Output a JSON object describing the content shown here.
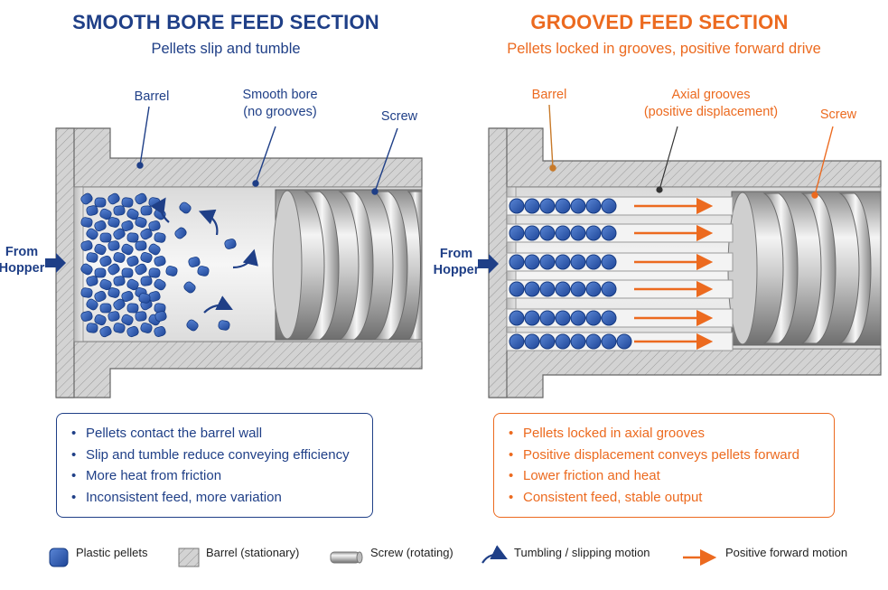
{
  "left": {
    "title": "SMOOTH BORE FEED SECTION",
    "subtitle": "Pellets slip and tumble",
    "labels": {
      "barrel": "Barrel",
      "bore_line1": "Smooth bore",
      "bore_line2": "(no grooves)",
      "screw": "Screw",
      "hopper_line1": "From",
      "hopper_line2": "Hopper"
    },
    "bullets": [
      "Pellets contact the barrel wall",
      "Slip and tumble reduce conveying efficiency",
      "More heat from friction",
      "Inconsistent feed, more variation"
    ]
  },
  "right": {
    "title": "GROOVED FEED SECTION",
    "subtitle": "Pellets locked in grooves, positive forward drive",
    "labels": {
      "barrel": "Barrel",
      "grooves_line1": "Axial grooves",
      "grooves_line2": "(positive displacement)",
      "screw": "Screw",
      "hopper_line1": "From",
      "hopper_line2": "Hopper"
    },
    "bullets": [
      "Pellets locked in axial grooves",
      "Positive displacement conveys pellets forward",
      "Lower friction and heat",
      "Consistent feed, stable output"
    ]
  },
  "legend": {
    "pellets": "Plastic pellets",
    "barrel": "Barrel (stationary)",
    "screw": "Screw (rotating)",
    "tumbling": "Tumbling / slipping motion",
    "forward": "Positive forward motion"
  },
  "colors": {
    "navy": "#1f3f87",
    "orange": "#ec6a1f",
    "pellet": "#2f5fb4",
    "barrel": "#cfcfcf",
    "bore": "#ececec"
  }
}
